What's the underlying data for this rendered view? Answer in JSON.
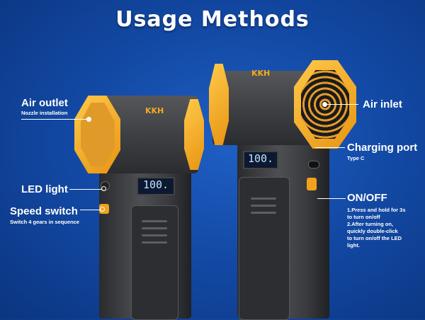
{
  "title": "Usage Methods",
  "labels": {
    "air_outlet": "Air outlet",
    "air_outlet_sub": "Nozzle installation",
    "led_light": "LED light",
    "speed_switch": "Speed switch",
    "speed_switch_sub": "Switch 4 gears in sequence",
    "air_inlet": "Air inlet",
    "charging_port": "Charging port",
    "charging_port_sub": "Type C",
    "on_off": "ON/OFF",
    "on_off_desc_1": "1.Press and hold for 3s",
    "on_off_desc_2": "to turn on/off",
    "on_off_desc_3": "2.After turning on,",
    "on_off_desc_4": "quickly double-click",
    "on_off_desc_5": "to turn on/off the LED",
    "on_off_desc_6": "light."
  },
  "device": {
    "display_left": "100.",
    "display_right": "100.",
    "brand_mark": "KKH"
  },
  "colors": {
    "accent": "#f0a21d",
    "background": "#134aa6"
  }
}
